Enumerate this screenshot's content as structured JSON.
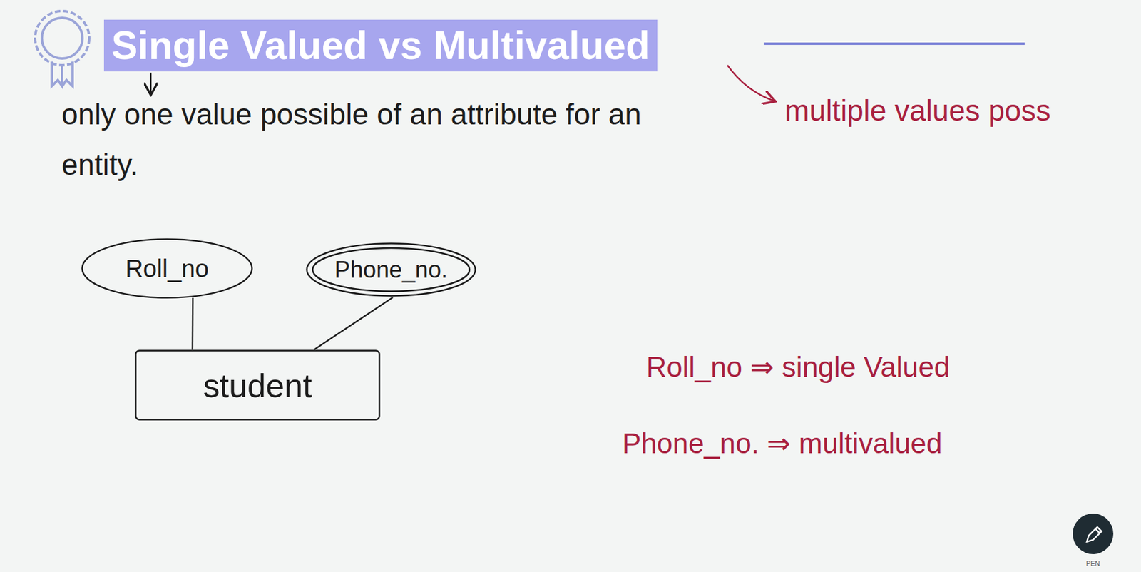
{
  "diagram": {
    "title": "Single Valued vs Multivalued",
    "nodes": [
      {
        "text": [
          "Roll_no"
        ]
      },
      {
        "text": [
          "Phone_no."
        ]
      },
      {
        "text": [
          "student"
        ]
      }
    ],
    "edges": [
      {
        "from": 0,
        "to": 2,
        "arrow": "none"
      },
      {
        "from": 1,
        "to": 2,
        "arrow": "none"
      }
    ],
    "labels": [
      "only one value possible of an attribute for an entity.",
      "multiple values poss",
      "Roll_no ⇒ single Valued",
      "Phone_no. ⇒ multivalued",
      "PEN"
    ]
  }
}
